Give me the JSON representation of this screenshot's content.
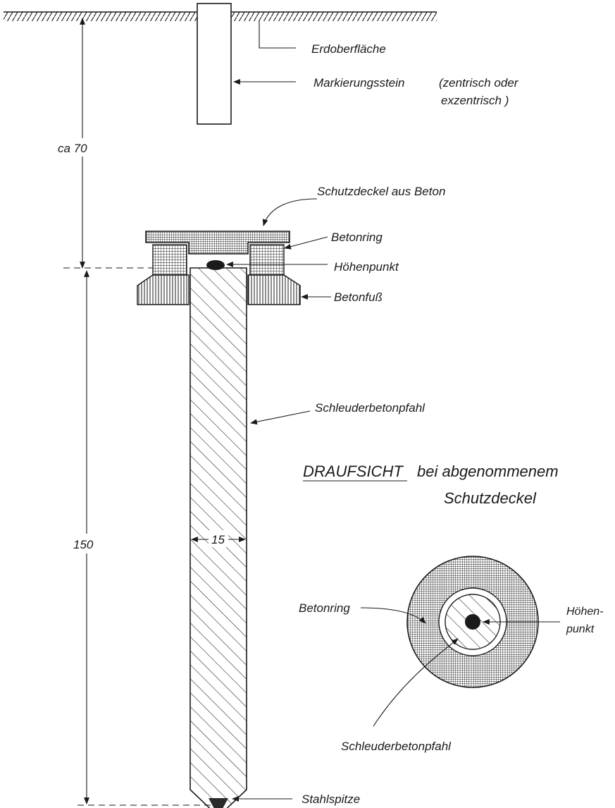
{
  "labels": {
    "ground_surface": "Erdoberfläche",
    "marker_stone": "Markierungsstein",
    "marker_stone_note_1": "(zentrisch oder",
    "marker_stone_note_2": "exzentrisch )",
    "dim_depth_top": "ca 70",
    "protective_cover": "Schutzdeckel aus Beton",
    "concrete_ring": "Betonring",
    "height_point": "Höhenpunkt",
    "concrete_foot": "Betonfuß",
    "spun_concrete_pile": "Schleuderbetonpfahl",
    "dim_pile_length": "150",
    "dim_pile_width": "15",
    "steel_tip": "Stahlspitze"
  },
  "plan_view": {
    "title": "DRAUFSICHT",
    "subtitle_1": "bei abgenommenem",
    "subtitle_2": "Schutzdeckel",
    "ring_label": "Betonring",
    "height_point_1": "Höhen-",
    "height_point_2": "punkt",
    "pile_label": "Schleuderbetonpfahl"
  },
  "colors": {
    "ink": "#1a1a1a",
    "fill_dark": "#2a2a2a",
    "paper": "#ffffff"
  }
}
